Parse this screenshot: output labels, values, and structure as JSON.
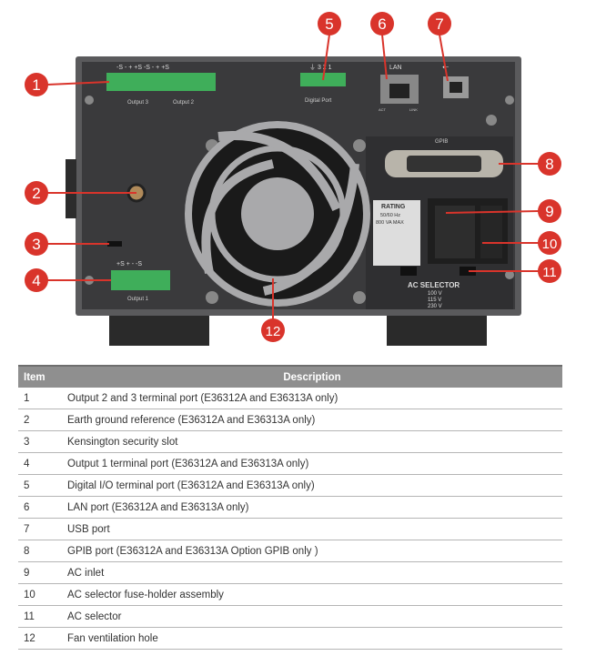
{
  "figure": {
    "callouts": [
      "1",
      "2",
      "3",
      "4",
      "5",
      "6",
      "7",
      "8",
      "9",
      "10",
      "11",
      "12"
    ],
    "panel_labels": {
      "output3": "Output 3",
      "output2": "Output 2",
      "output1": "Output 1",
      "terminals_top": "-S  -  +  +S -S  -  +  +S",
      "terminals_bottom": "+S  +  -  -S",
      "digital_port": "Digital Port",
      "digital_pins": "⏚ 3 2 1",
      "lan": "LAN",
      "act": "ACT",
      "link": "LINK",
      "gpib": "GPIB",
      "rating": "RATING",
      "rating_freq": "50/60 Hz",
      "rating_va": "800 VA MAX",
      "ac_selector": "AC SELECTOR",
      "v100": "100 V",
      "v115": "115 V",
      "v230": "230 V"
    },
    "colors": {
      "callout": "#d9342b",
      "panel": "#3a3a3c",
      "terminal": "#3fae5a",
      "fan_guard": "#a9a9ab"
    }
  },
  "table": {
    "headers": {
      "item": "Item",
      "description": "Description"
    },
    "rows": [
      {
        "item": "1",
        "description": "Output 2 and 3 terminal port (E36312A and E36313A only)"
      },
      {
        "item": "2",
        "description": "Earth ground reference (E36312A and E36313A only)"
      },
      {
        "item": "3",
        "description": "Kensington security slot"
      },
      {
        "item": "4",
        "description": "Output 1 terminal port (E36312A and E36313A only)"
      },
      {
        "item": "5",
        "description": "Digital I/O terminal port (E36312A and E36313A only)"
      },
      {
        "item": "6",
        "description": "LAN port (E36312A and E36313A only)"
      },
      {
        "item": "7",
        "description": "USB port"
      },
      {
        "item": "8",
        "description": "GPIB port (E36312A and E36313A Option GPIB only )"
      },
      {
        "item": "9",
        "description": "AC inlet"
      },
      {
        "item": "10",
        "description": "AC selector fuse-holder assembly"
      },
      {
        "item": "11",
        "description": "AC selector"
      },
      {
        "item": "12",
        "description": "Fan ventilation hole"
      }
    ]
  }
}
